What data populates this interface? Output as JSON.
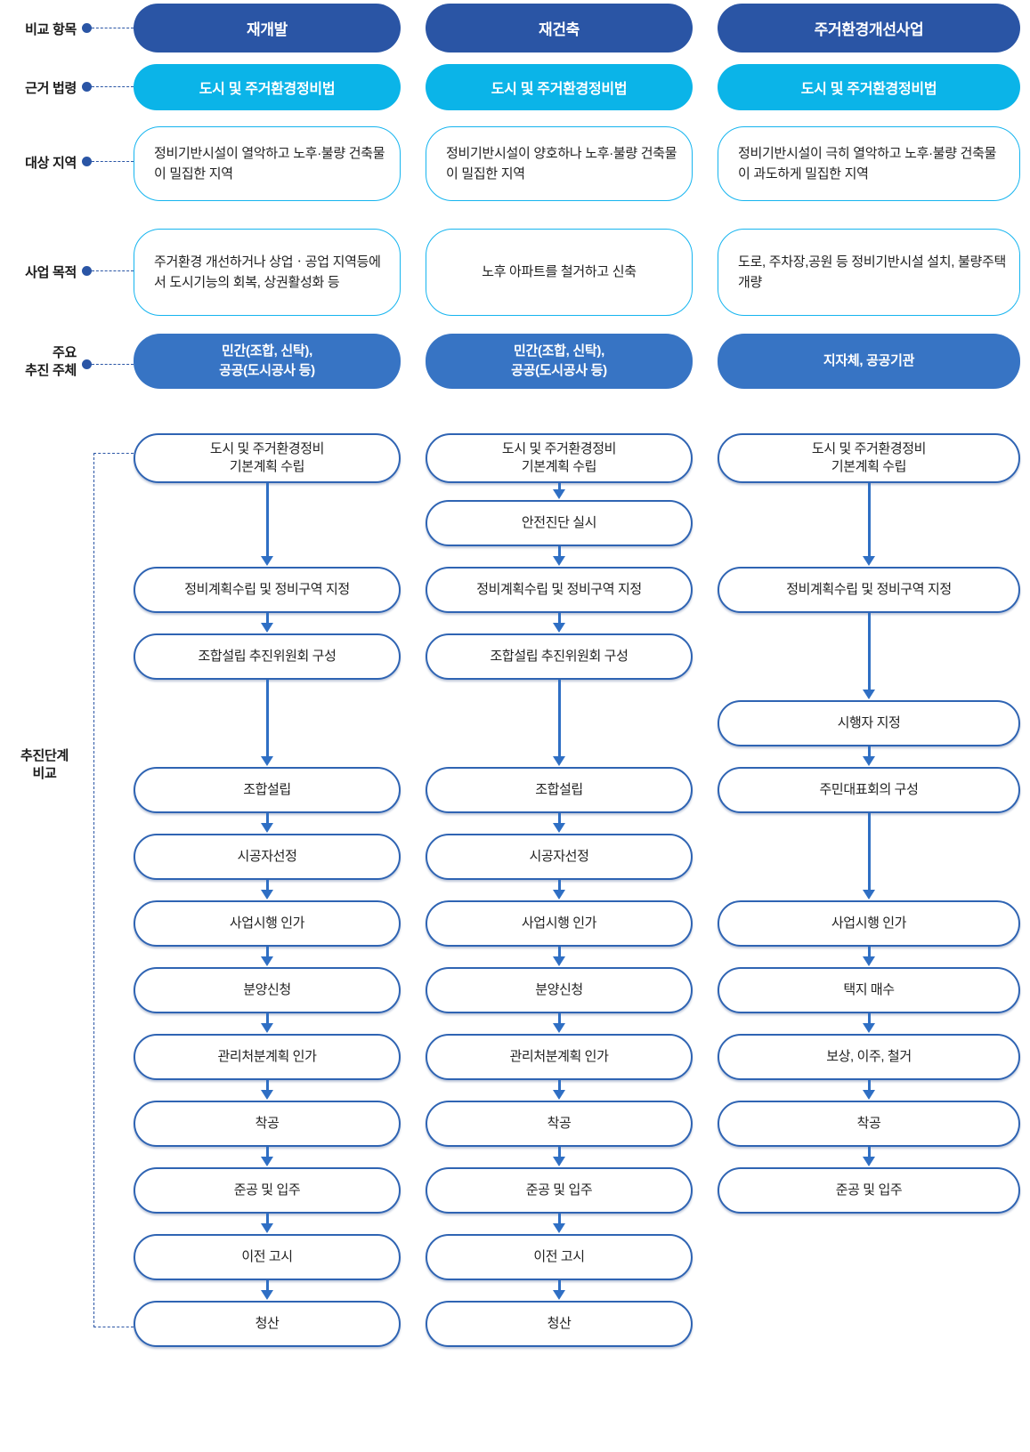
{
  "colors": {
    "dark_blue": "#2a55a5",
    "cyan": "#0bb4e8",
    "mid_blue": "#3774c4",
    "outline_blue": "#15b4ef",
    "flow_border": "#2f64b3",
    "arrow": "#2f6fc4"
  },
  "top": {
    "row_labels": [
      "비교 항목",
      "근거 법령",
      "대상 지역",
      "사업 목적",
      "주요\n추진 주체"
    ],
    "rows": [
      {
        "key": "comparison_item",
        "style": "dark",
        "cells": [
          "재개발",
          "재건축",
          "주거환경개선사업"
        ]
      },
      {
        "key": "legal_basis",
        "style": "cyan",
        "cells": [
          "도시 및 주거환경정비법",
          "도시 및 주거환경정비법",
          "도시 및 주거환경정비법"
        ]
      },
      {
        "key": "target_area",
        "style": "outline",
        "cells": [
          "정비기반시설이 열악하고 노후·불량 건축물이 밀집한 지역",
          "정비기반시설이 양호하나 노후·불량 건축물이 밀집한 지역",
          "정비기반시설이 극히 열악하고 노후·불량 건축물이 과도하게 밀집한 지역"
        ]
      },
      {
        "key": "project_purpose",
        "style": "outline",
        "cells": [
          "주거환경 개선하거나 상업ㆍ공업 지역등에서 도시기능의 회복, 상권활성화 등",
          "노후 아파트를 철거하고 신축",
          "도로, 주차장,공원 등 정비기반시설 설치, 불량주택 개량"
        ]
      },
      {
        "key": "main_entity",
        "style": "mid",
        "cells": [
          "민간(조합, 신탁),\n공공(도시공사 등)",
          "민간(조합, 신탁),\n공공(도시공사 등)",
          "지자체, 공공기관"
        ]
      }
    ]
  },
  "flow": {
    "label": "추진단계\n비교",
    "columns": [
      {
        "name": "재개발",
        "steps": [
          {
            "row": 0,
            "text": "도시 및 주거환경정비\n기본계획 수립"
          },
          {
            "row": 2,
            "text": "정비계획수립 및 정비구역 지정"
          },
          {
            "row": 3,
            "text": "조합설립 추진위원회 구성"
          },
          {
            "row": 5,
            "text": "조합설립"
          },
          {
            "row": 6,
            "text": "시공자선정"
          },
          {
            "row": 7,
            "text": "사업시행 인가"
          },
          {
            "row": 8,
            "text": "분양신청"
          },
          {
            "row": 9,
            "text": "관리처분계획 인가"
          },
          {
            "row": 10,
            "text": "착공"
          },
          {
            "row": 11,
            "text": "준공 및 입주"
          },
          {
            "row": 12,
            "text": "이전 고시"
          },
          {
            "row": 13,
            "text": "청산"
          }
        ]
      },
      {
        "name": "재건축",
        "steps": [
          {
            "row": 0,
            "text": "도시 및 주거환경정비\n기본계획 수립"
          },
          {
            "row": 1,
            "text": "안전진단 실시"
          },
          {
            "row": 2,
            "text": "정비계획수립 및 정비구역 지정"
          },
          {
            "row": 3,
            "text": "조합설립 추진위원회 구성"
          },
          {
            "row": 5,
            "text": "조합설립"
          },
          {
            "row": 6,
            "text": "시공자선정"
          },
          {
            "row": 7,
            "text": "사업시행 인가"
          },
          {
            "row": 8,
            "text": "분양신청"
          },
          {
            "row": 9,
            "text": "관리처분계획 인가"
          },
          {
            "row": 10,
            "text": "착공"
          },
          {
            "row": 11,
            "text": "준공 및 입주"
          },
          {
            "row": 12,
            "text": "이전 고시"
          },
          {
            "row": 13,
            "text": "청산"
          }
        ]
      },
      {
        "name": "주거환경개선사업",
        "steps": [
          {
            "row": 0,
            "text": "도시 및 주거환경정비\n기본계획 수립"
          },
          {
            "row": 2,
            "text": "정비계획수립 및 정비구역 지정"
          },
          {
            "row": 4,
            "text": "시행자 지정"
          },
          {
            "row": 5,
            "text": "주민대표회의 구성"
          },
          {
            "row": 7,
            "text": "사업시행 인가"
          },
          {
            "row": 8,
            "text": "택지 매수"
          },
          {
            "row": 9,
            "text": "보상, 이주, 철거"
          },
          {
            "row": 10,
            "text": "착공"
          },
          {
            "row": 11,
            "text": "준공 및 입주"
          }
        ]
      }
    ]
  }
}
